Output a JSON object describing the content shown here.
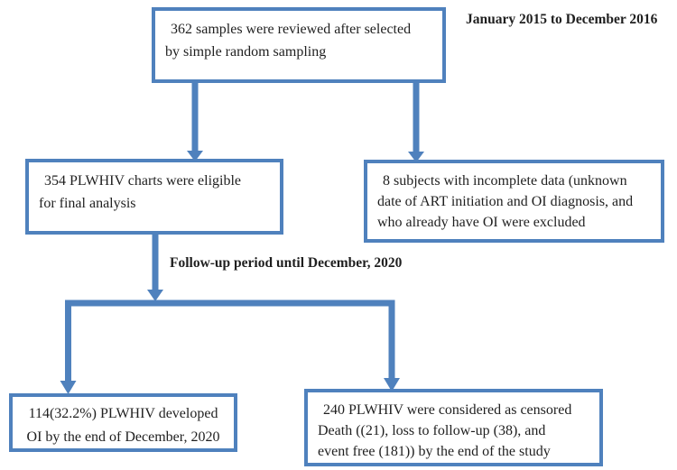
{
  "colors": {
    "accent": "#4f81bd",
    "text": "#1f1f1f"
  },
  "labels": {
    "study_period": "January 2015 to December 2016",
    "followup_period": "Follow-up period until December, 2020"
  },
  "boxes": {
    "samples": {
      "lines": [
        "362 samples were reviewed after selected",
        "by simple random sampling"
      ]
    },
    "eligible": {
      "lines": [
        "354 PLWHIV charts were eligible",
        "for final analysis"
      ]
    },
    "excluded": {
      "lines": [
        "8 subjects with incomplete data (unknown",
        "date of ART initiation and OI diagnosis, and",
        "who already have OI were excluded"
      ]
    },
    "developed_oi": {
      "lines": [
        "114(32.2%) PLWHIV developed",
        "OI by the end of December, 2020"
      ]
    },
    "censored": {
      "lines": [
        "240 PLWHIV were considered as censored",
        "Death ((21), loss to follow-up (38), and",
        "event free (181)) by the end of the study"
      ]
    }
  }
}
